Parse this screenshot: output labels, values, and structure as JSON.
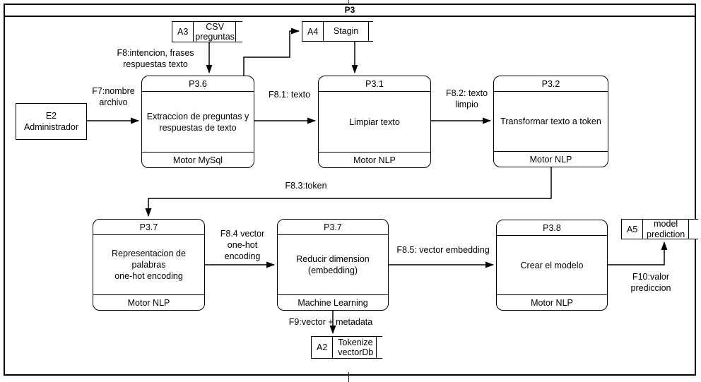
{
  "title": "P3",
  "entities": [
    {
      "id": "E2",
      "label": "E2\nAdministrador"
    }
  ],
  "processes": [
    {
      "id": "P3.6",
      "label": "Extraccion de preguntas y\nrespuestas de texto",
      "engine": "Motor MySql"
    },
    {
      "id": "P3.1",
      "label": "Limpiar texto",
      "engine": "Motor NLP"
    },
    {
      "id": "P3.2",
      "label": "Transformar texto a token",
      "engine": "Motor NLP"
    },
    {
      "id": "P3.7",
      "label": "Representacion de palabras\none-hot encoding",
      "engine": "Motor NLP"
    },
    {
      "id": "P3.7",
      "label": "Reducir dimension\n(embedding)",
      "engine": "Machine Learning"
    },
    {
      "id": "P3.8",
      "label": "Crear el modelo",
      "engine": "Motor NLP"
    }
  ],
  "datastores": [
    {
      "id": "A3",
      "label": "CSV\npreguntas"
    },
    {
      "id": "A4",
      "label": "Stagin"
    },
    {
      "id": "A5",
      "label": "model\nprediction"
    },
    {
      "id": "A2",
      "label": "Tokenize\nvectorDb"
    }
  ],
  "flows": [
    {
      "id": "F8",
      "label": "F8:intencion, frases\nrespuestas texto"
    },
    {
      "id": "F7",
      "label": "F7:nombre\narchivo"
    },
    {
      "id": "F8.1",
      "label": "F8.1: texto"
    },
    {
      "id": "F8.2",
      "label": "F8.2: texto\nlimpio"
    },
    {
      "id": "F8.3",
      "label": "F8.3:token"
    },
    {
      "id": "F8.4",
      "label": "F8.4 vector\none-hot\nencoding"
    },
    {
      "id": "F8.5",
      "label": "F8.5: vector embedding"
    },
    {
      "id": "F9",
      "label": "F9:vector + metadata"
    },
    {
      "id": "F10",
      "label": "F10:valor\nprediccion"
    }
  ],
  "colors": {
    "stroke": "#000000",
    "background": "#ffffff"
  }
}
